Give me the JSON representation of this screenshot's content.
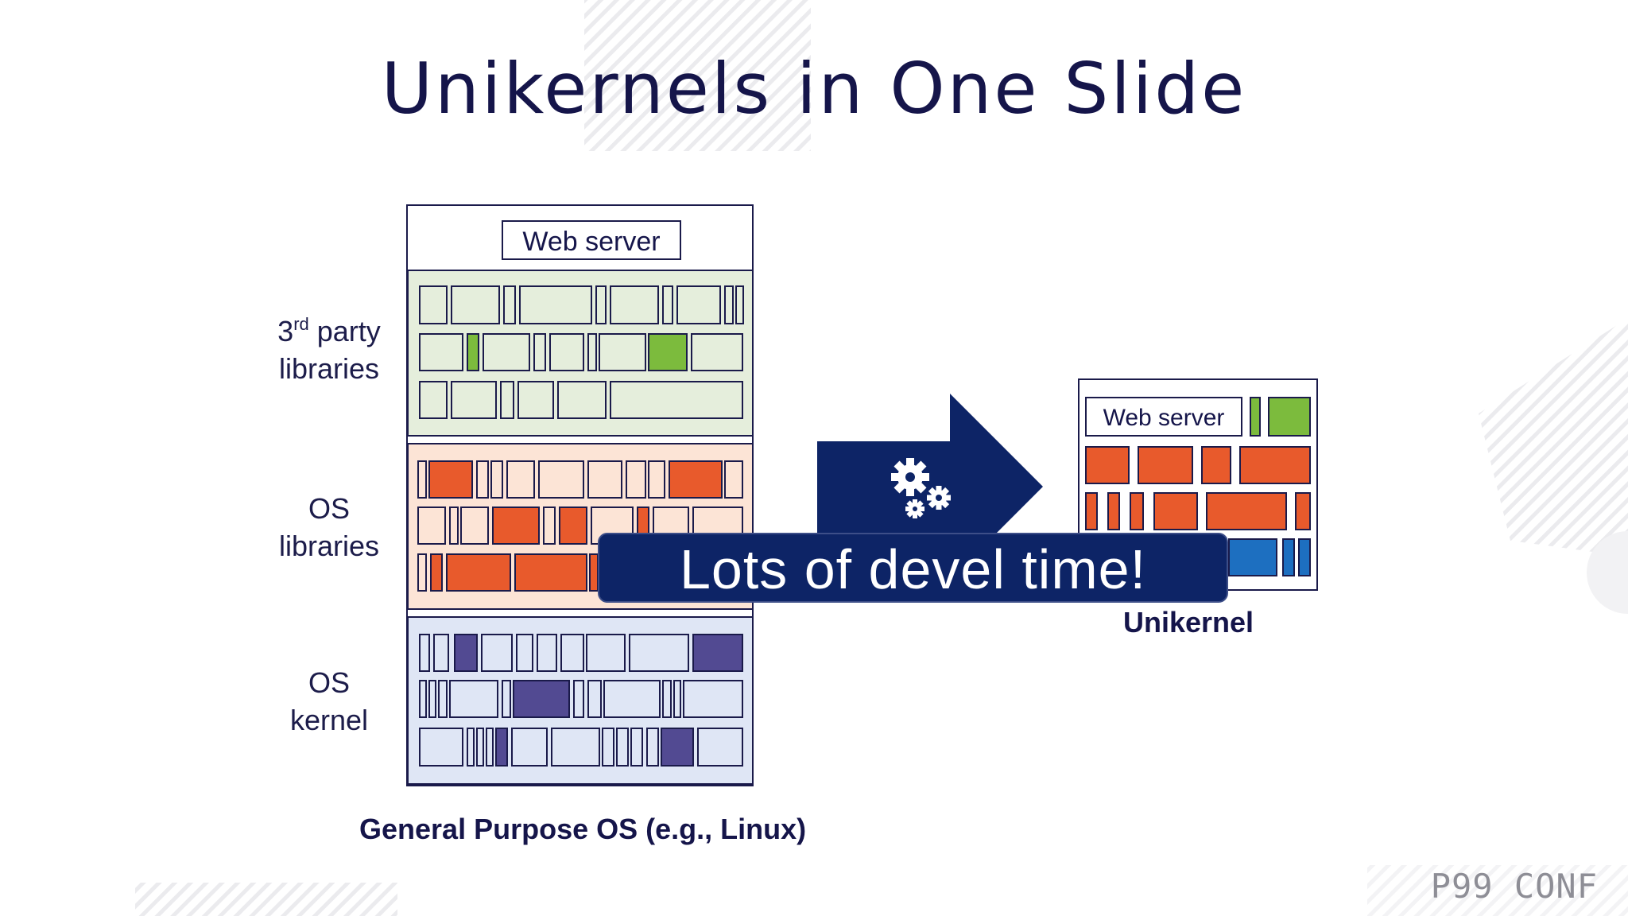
{
  "slide": {
    "title": "Unikernels in One Slide",
    "left_stack": {
      "app_label": "Web server",
      "layers": [
        {
          "label_base": "3",
          "label_sup": "rd",
          "label_rest": " party",
          "label_line2": "libraries"
        },
        {
          "label_line1": "OS",
          "label_line2": "libraries"
        },
        {
          "label_line1": "OS",
          "label_line2": "kernel"
        }
      ],
      "caption": "General Purpose OS (e.g., Linux)"
    },
    "unikernel": {
      "app_label": "Web server",
      "caption": "Unikernel"
    },
    "arrow_icon": "gears-icon",
    "banner": "Lots of devel time!",
    "logo": "P99 CONF"
  },
  "colors": {
    "navy": "#15154a",
    "banner_bg": "#0d2466",
    "thirdparty_bg": "#e5eedc",
    "thirdparty_fill": "#7cbb3d",
    "oslib_bg": "#fce4d6",
    "oslib_fill": "#e85a2c",
    "kernel_bg": "#dfe6f5",
    "kernel_fill": "#524a92",
    "unikernel_blue": "#1d6fc0"
  }
}
